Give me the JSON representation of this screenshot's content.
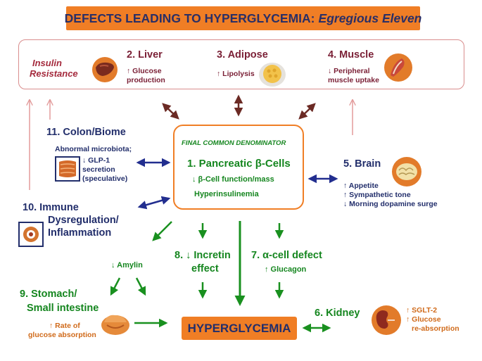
{
  "title": {
    "main": "DEFECTS LEADING TO HYPERGLYCEMIA:",
    "italic": "Egregious Eleven"
  },
  "insulin_resistance": {
    "line1": "Insulin",
    "line2": "Resistance"
  },
  "liver": {
    "title": "2. Liver",
    "sub1": "↑ Glucose",
    "sub2": "production"
  },
  "adipose": {
    "title": "3. Adipose",
    "sub1": "↑ Lipolysis"
  },
  "muscle": {
    "title": "4. Muscle",
    "sub1": "↓ Peripheral",
    "sub2": "muscle uptake"
  },
  "center": {
    "header": "FINAL COMMON DENOMINATOR",
    "title": "1. Pancreatic β-Cells",
    "sub1": "↓ β-Cell function/mass",
    "sub2": "Hyperinsulinemia"
  },
  "colon": {
    "title": "11. Colon/Biome",
    "sub1": "Abnormal microbiota;",
    "sub2": "↓ GLP-1",
    "sub3": "secretion",
    "sub4": "(speculative)"
  },
  "brain": {
    "title": "5. Brain",
    "sub1": "↑  Appetite",
    "sub2": "↑ Sympathetic tone",
    "sub3": "↓ Morning dopamine surge"
  },
  "immune": {
    "line1": "10. Immune",
    "line2": "Dysregulation/",
    "line3": "Inflammation"
  },
  "amylin": "↓ Amylin",
  "incretin": {
    "line1": "8. ↓ Incretin",
    "line2": "effect"
  },
  "alpha": {
    "title": "7. α-cell defect",
    "sub1": "↑ Glucagon"
  },
  "stomach": {
    "line1": "9. Stomach/",
    "line2": "Small intestine",
    "sub1": "↑ Rate of",
    "sub2": "glucose absorption"
  },
  "hyperglycemia": "HYPERGLYCEMIA",
  "kidney": {
    "title": "6.  Kidney",
    "sub1": "↑ SGLT-2",
    "sub2": "↑ Glucose",
    "sub3": "re-absorption"
  },
  "colors": {
    "orange": "#f07e25",
    "navy": "#222e6b",
    "maroon": "#7a1f35",
    "green": "#15861f",
    "pink_border": "#d98d8d"
  }
}
